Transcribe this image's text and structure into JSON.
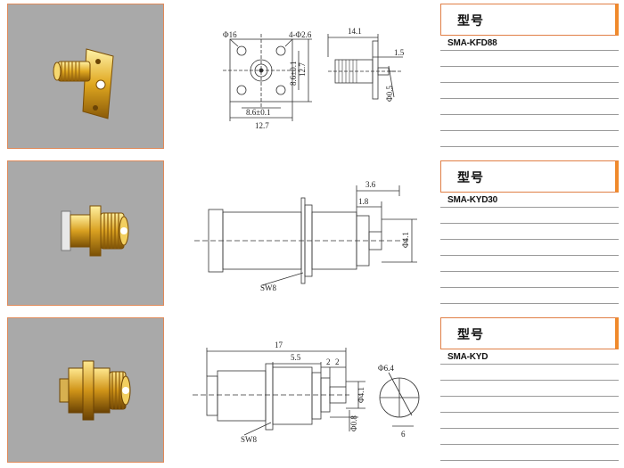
{
  "products": [
    {
      "photo_alt": "SMA-KFD88 connector",
      "header_title": "型号",
      "model": "SMA-KFD88",
      "dimensions": {
        "d1": "Φ16",
        "d2": "4-Φ2.6",
        "d3": "12.7",
        "d4": "8.6±0.1",
        "d5": "8.6±0.1",
        "d6": "12.7",
        "d7": "14.1",
        "d8": "1.5",
        "d9": "Φ0.5"
      }
    },
    {
      "photo_alt": "SMA-KYD30 connector",
      "header_title": "型号",
      "model": "SMA-KYD30",
      "dimensions": {
        "d1": "3.6",
        "d2": "1.8",
        "d3": "Φ4.1",
        "d4": "SW8"
      }
    },
    {
      "photo_alt": "SMA-KYD connector",
      "header_title": "型号",
      "model": "SMA-KYD",
      "dimensions": {
        "d1": "17",
        "d2": "5.5",
        "d3": "2",
        "d4": "2",
        "d5": "Φ6.4",
        "d6": "Φ4.1",
        "d7": "Φ0.8",
        "d8": "6",
        "d9": "SW8"
      }
    }
  ],
  "colors": {
    "photo_bg": "#a9a9a9",
    "frame": "#e07f46",
    "accent": "#f08a2c",
    "gold": "#d9a020"
  }
}
